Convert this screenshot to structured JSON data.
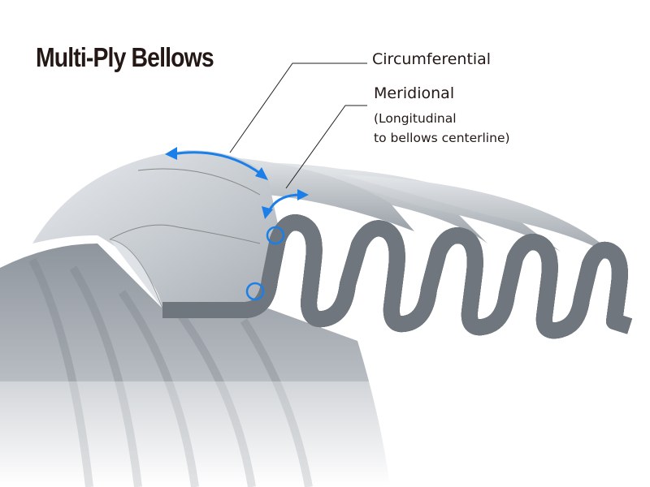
{
  "title": "Multi-Ply Bellows",
  "labels": {
    "circumferential": "Circumferential",
    "meridional": "Meridional",
    "meridional_note_line1": "(Longitudinal",
    "meridional_note_line2": "to bellows centerline)"
  },
  "colors": {
    "accent": "#1a7fe8",
    "text": "#231815",
    "metal": "#b9bec4"
  }
}
